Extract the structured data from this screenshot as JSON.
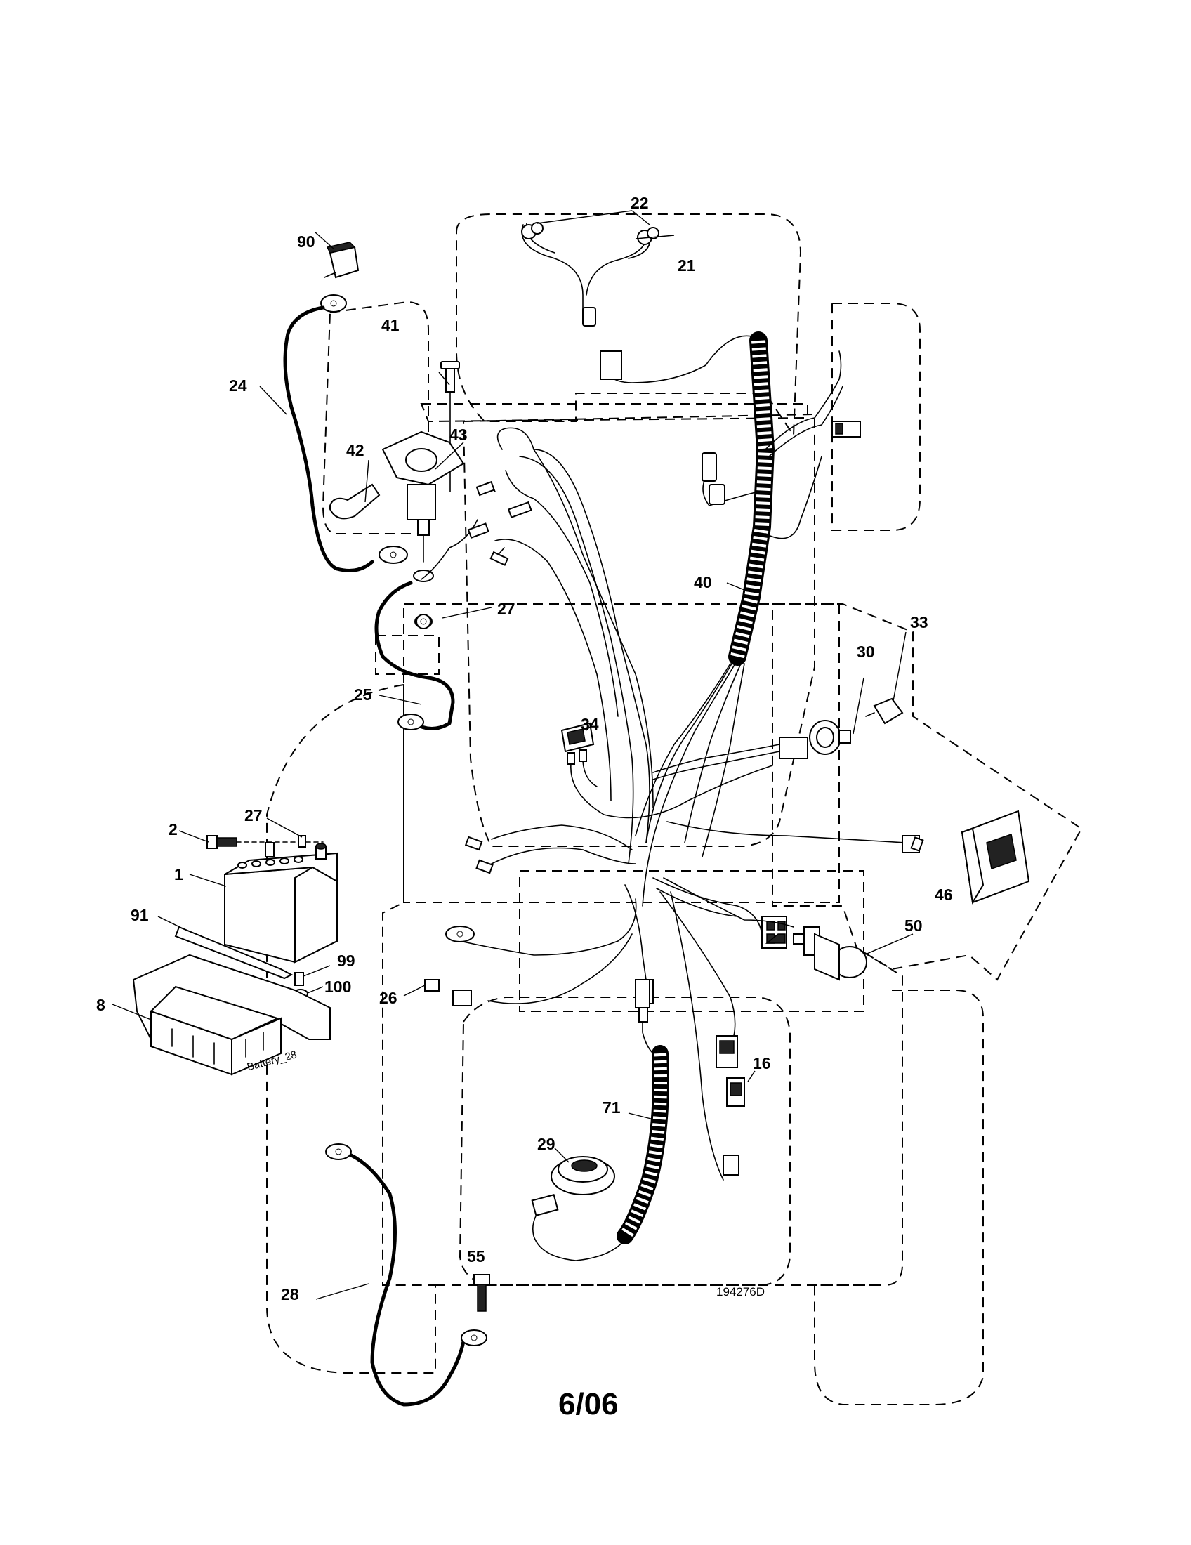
{
  "diagram": {
    "drawing_number": "194276D",
    "date_code": "6/06",
    "battery_tag": "Battery_28",
    "callouts": {
      "p1": "1",
      "p2": "2",
      "p8": "8",
      "p16": "16",
      "p21": "21",
      "p22": "22",
      "p24": "24",
      "p25": "25",
      "p26": "26",
      "p27a": "27",
      "p27b": "27",
      "p28": "28",
      "p29": "29",
      "p30": "30",
      "p33": "33",
      "p34": "34",
      "p40": "40",
      "p41": "41",
      "p42": "42",
      "p43": "43",
      "p46": "46",
      "p50": "50",
      "p55": "55",
      "p71": "71",
      "p90": "90",
      "p91": "91",
      "p99": "99",
      "p100": "100"
    }
  }
}
